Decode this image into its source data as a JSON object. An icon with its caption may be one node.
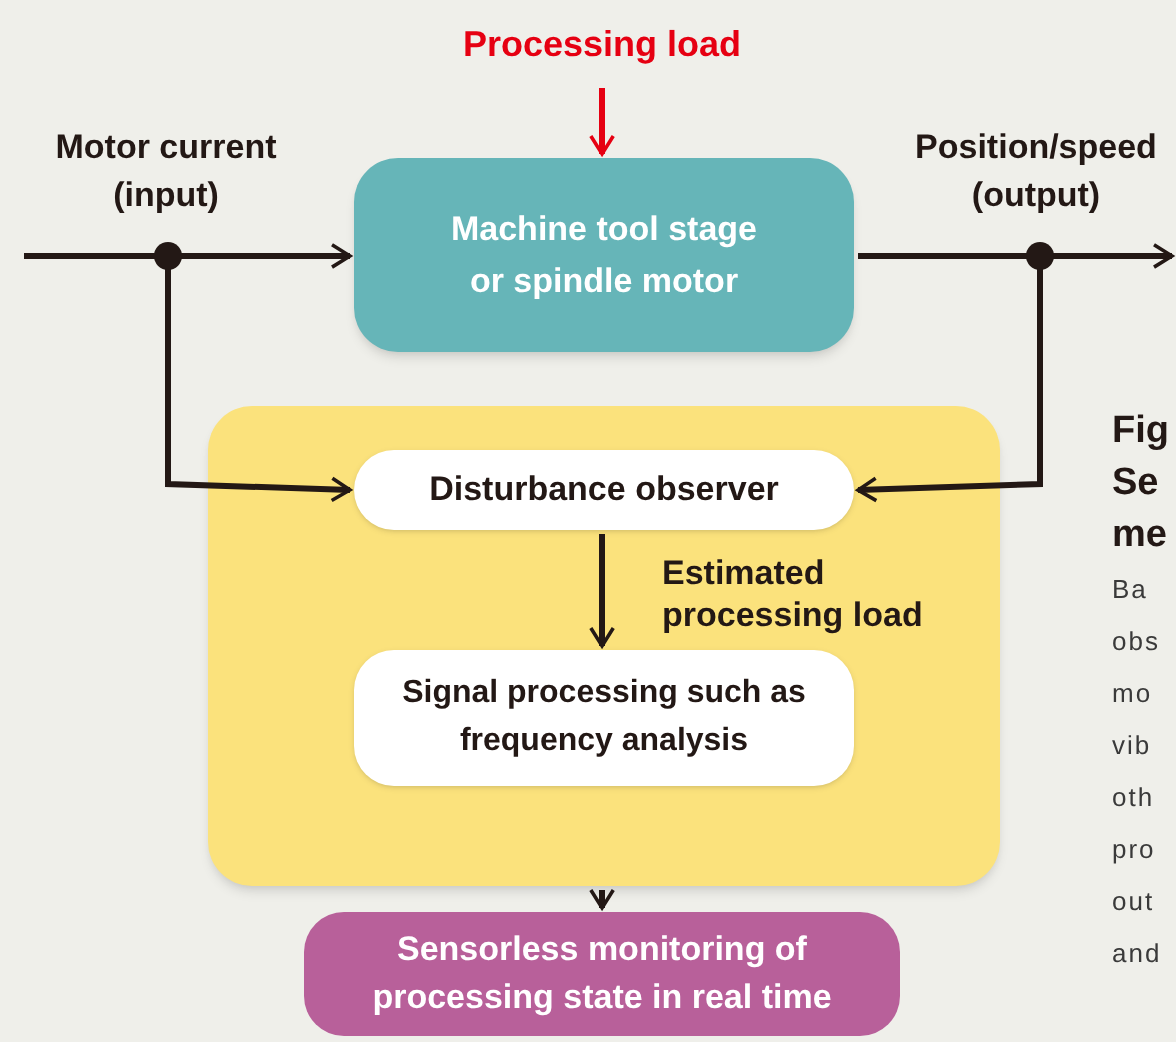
{
  "diagram": {
    "nodes": [
      {
        "text": [
          "Processing load"
        ]
      },
      {
        "text": [
          "Machine tool stage or spindle motor"
        ]
      },
      {
        "text": [],
        "shape": "box"
      },
      {
        "text": [
          "Disturbance observer"
        ],
        "in": 2
      },
      {
        "text": [
          "Signal processing such as frequency analysis"
        ],
        "in": 2
      },
      {
        "text": [
          "Sensorless monitoring of processing state in real time"
        ]
      }
    ],
    "edges": [
      {
        "from": 0,
        "to": 1,
        "arrow": "to",
        "color": "#e60012"
      },
      {
        "from": null,
        "to": 1,
        "arrow": "to"
      },
      {
        "from": null,
        "to": 3,
        "arrow": "to"
      },
      {
        "from": 1,
        "to": null,
        "arrow": "to"
      },
      {
        "from": 1,
        "to": 3,
        "arrow": "to"
      },
      {
        "from": 3,
        "to": 4,
        "arrow": "to",
        "label": "Estimated processing load"
      },
      {
        "from": 2,
        "to": 5,
        "arrow": "to"
      }
    ],
    "labels": [
      "Motor current (input)",
      "Position/speed (output)",
      "Fig",
      "Se",
      "me",
      "Ba",
      "obs",
      "mo",
      "vib",
      "oth",
      "pro",
      "out",
      "and"
    ]
  }
}
